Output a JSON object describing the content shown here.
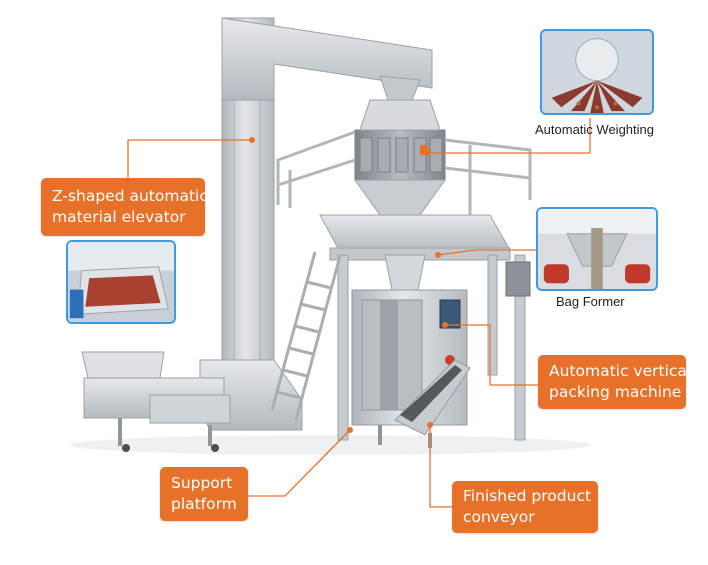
{
  "callouts": {
    "elevator": [
      "Z-shaped automatic",
      "material elevator"
    ],
    "packing": [
      "Automatic vertical",
      "packing machine"
    ],
    "support": [
      "Support",
      "platform"
    ],
    "conveyor": [
      "Finished product",
      "conveyor"
    ]
  },
  "insets": {
    "weighting": "Automatic Weighting",
    "bag_former": "Bag Former"
  },
  "colors": {
    "callout": "#e8712a",
    "inset_border": "#3f9be0",
    "steel": "#c9ced3"
  },
  "icons": [
    "panel-icon",
    "emergency-stop-icon"
  ]
}
